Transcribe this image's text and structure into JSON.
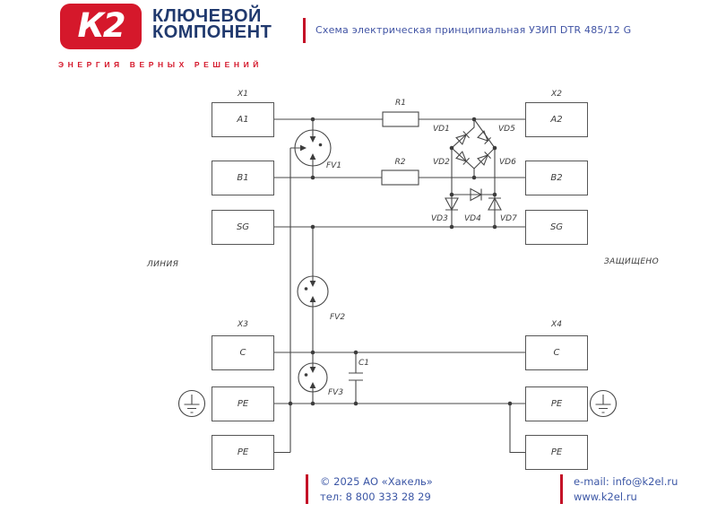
{
  "header": {
    "logo_text": "К2",
    "brand_line1": "КЛЮЧЕВОЙ",
    "brand_line2": "КОМПОНЕНТ",
    "slogan": "ЭНЕРГИЯ ВЕРНЫХ РЕШЕНИЙ",
    "doc_title": "Схема электрическая принципиальная УЗИП DTR 485/12 G",
    "accent_red": "#d5182b",
    "brand_navy": "#20396e",
    "title_blue": "#4053a4"
  },
  "schematic": {
    "zone_left_label": "ЛИНИЯ",
    "zone_right_label": "ЗАЩИЩЕНО",
    "connectors": {
      "x1": {
        "label": "X1",
        "pins": [
          "A1",
          "B1",
          "SG"
        ]
      },
      "x2": {
        "label": "X2",
        "pins": [
          "A2",
          "B2",
          "SG"
        ]
      },
      "x3": {
        "label": "X3",
        "pins": [
          "C",
          "PE",
          "PE"
        ]
      },
      "x4": {
        "label": "X4",
        "pins": [
          "C",
          "PE",
          "PE"
        ]
      }
    },
    "components": {
      "r1": "R1",
      "r2": "R2",
      "fv1": "FV1",
      "fv2": "FV2",
      "fv3": "FV3",
      "c1": "C1",
      "vd1": "VD1",
      "vd2": "VD2",
      "vd3": "VD3",
      "vd4": "VD4",
      "vd5": "VD5",
      "vd6": "VD6",
      "vd7": "VD7"
    }
  },
  "footer": {
    "copyright": "© 2025 АО «Хакель»",
    "phone": "тел: 8 800 333 28 29",
    "email": "e-mail: info@k2el.ru",
    "website": "www.k2el.ru"
  }
}
